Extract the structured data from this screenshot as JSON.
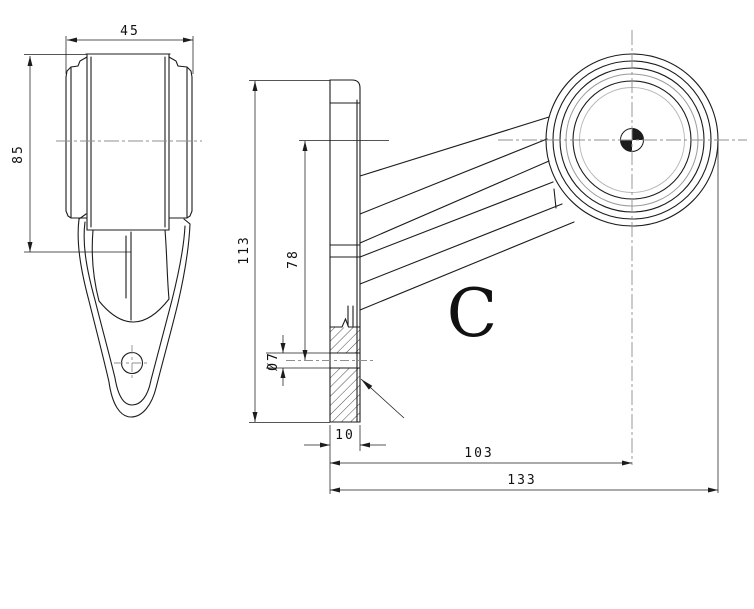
{
  "drawing": {
    "variant_label": "C",
    "front_view": {
      "width": "45",
      "height": "85"
    },
    "side_view": {
      "overall_height": "113",
      "lamp_center_to_hole": "78",
      "hole_diameter": "Ø7",
      "plate_thickness": "10",
      "flange_to_lamp_center": "103",
      "overall_width": "133"
    }
  },
  "colors": {
    "line": "#1c1c1c",
    "centerline": "#8f8f8f",
    "background": "#ffffff"
  }
}
